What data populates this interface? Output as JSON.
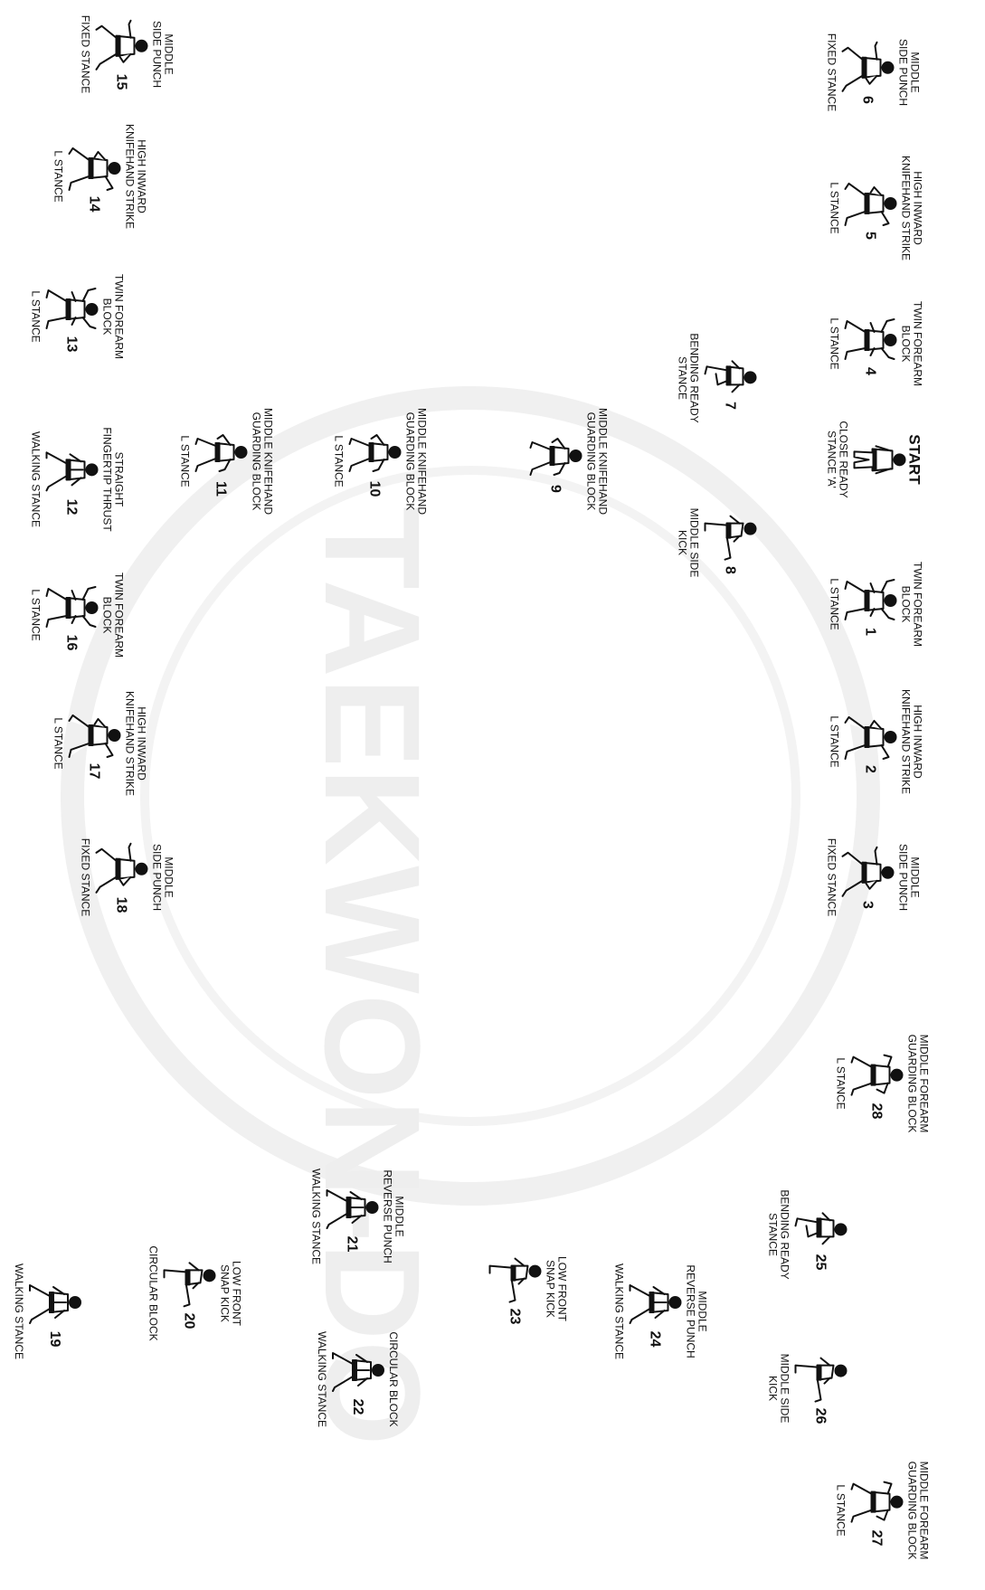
{
  "diagram": {
    "start": {
      "label": "START",
      "stance": "CLOSE READY\nSTANCE 'A'"
    },
    "steps": [
      {
        "num": "1",
        "move": "TWIN FOREARM\nBLOCK",
        "stance": "L STANCE"
      },
      {
        "num": "2",
        "move": "HIGH INWARD\nKNIFEHAND STRIKE",
        "stance": "L STANCE"
      },
      {
        "num": "3",
        "move": "MIDDLE\nSIDE PUNCH",
        "stance": "FIXED STANCE"
      },
      {
        "num": "4",
        "move": "TWIN FOREARM\nBLOCK",
        "stance": "L STANCE"
      },
      {
        "num": "5",
        "move": "HIGH INWARD\nKNIFEHAND STRIKE",
        "stance": "L STANCE"
      },
      {
        "num": "6",
        "move": "MIDDLE\nSIDE PUNCH",
        "stance": "FIXED STANCE"
      },
      {
        "num": "7",
        "move": "",
        "stance": "BENDING READY\nSTANCE"
      },
      {
        "num": "8",
        "move": "",
        "stance": "MIDDLE SIDE\nKICK"
      },
      {
        "num": "9",
        "move": "MIDDLE KNIFEHAND\nGUARDING BLOCK",
        "stance": ""
      },
      {
        "num": "10",
        "move": "MIDDLE KNIFEHAND\nGUARDING BLOCK",
        "stance": "L STANCE"
      },
      {
        "num": "11",
        "move": "MIDDLE KNIFEHAND\nGUARDING BLOCK",
        "stance": "L STANCE"
      },
      {
        "num": "12",
        "move": "STRAIGHT\nFINGERTIP THRUST",
        "stance": "WALKING STANCE"
      },
      {
        "num": "13",
        "move": "TWIN FOREARM\nBLOCK",
        "stance": "L STANCE"
      },
      {
        "num": "14",
        "move": "HIGH INWARD\nKNIFEHAND STRIKE",
        "stance": "L STANCE"
      },
      {
        "num": "15",
        "move": "MIDDLE\nSIDE PUNCH",
        "stance": "FIXED STANCE"
      },
      {
        "num": "16",
        "move": "TWIN FOREARM\nBLOCK",
        "stance": "L STANCE"
      },
      {
        "num": "17",
        "move": "HIGH INWARD\nKNIFEHAND STRIKE",
        "stance": "L STANCE"
      },
      {
        "num": "18",
        "move": "MIDDLE\nSIDE PUNCH",
        "stance": "FIXED STANCE"
      },
      {
        "num": "19",
        "move": "",
        "stance": "WALKING STANCE"
      },
      {
        "num": "20",
        "move": "LOW FRONT\nSNAP KICK",
        "stance": "CIRCULAR BLOCK"
      },
      {
        "num": "21",
        "move": "MIDDLE\nREVERSE PUNCH",
        "stance": "WALKING STANCE"
      },
      {
        "num": "22",
        "move": "CIRCULAR BLOCK",
        "stance": "WALKING STANCE"
      },
      {
        "num": "23",
        "move": "LOW FRONT\nSNAP KICK",
        "stance": ""
      },
      {
        "num": "24",
        "move": "MIDDLE\nREVERSE PUNCH",
        "stance": "WALKING STANCE"
      },
      {
        "num": "25",
        "move": "",
        "stance": "BENDING READY\nSTANCE"
      },
      {
        "num": "26",
        "move": "",
        "stance": "MIDDLE SIDE\nKICK"
      },
      {
        "num": "27",
        "move": "MIDDLE FOREARM\nGUARDING BLOCK",
        "stance": "L STANCE"
      },
      {
        "num": "28",
        "move": "MIDDLE FOREARM\nGUARDING BLOCK",
        "stance": "L STANCE"
      }
    ],
    "watermark": {
      "text": "TAEKWON-DO",
      "color": "#eeeeee"
    },
    "colors": {
      "ink": "#111111",
      "figure_fill": "#ffffff",
      "belt": "#111111"
    }
  }
}
